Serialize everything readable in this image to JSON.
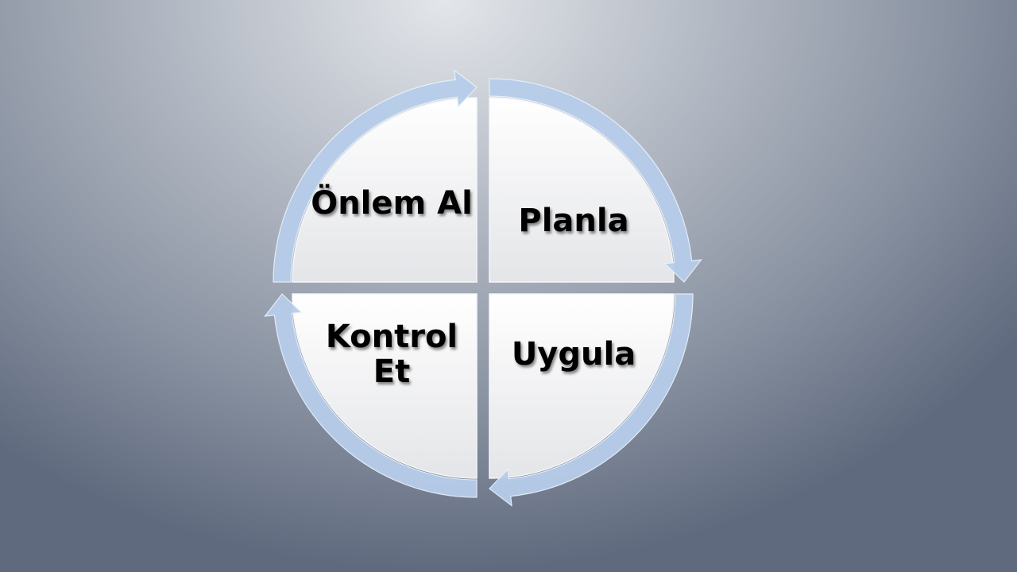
{
  "diagram": {
    "type": "cycle",
    "steps": [
      {
        "id": "planla",
        "label": "Planla"
      },
      {
        "id": "uygula",
        "label": "Uygula"
      },
      {
        "id": "kontrol",
        "label": "Kontrol Et"
      },
      {
        "id": "onlem",
        "label": "Önlem Al"
      }
    ],
    "colors": {
      "arrow": "#b7cdea",
      "quadrant": "#ffffff",
      "text": "#000000"
    }
  }
}
